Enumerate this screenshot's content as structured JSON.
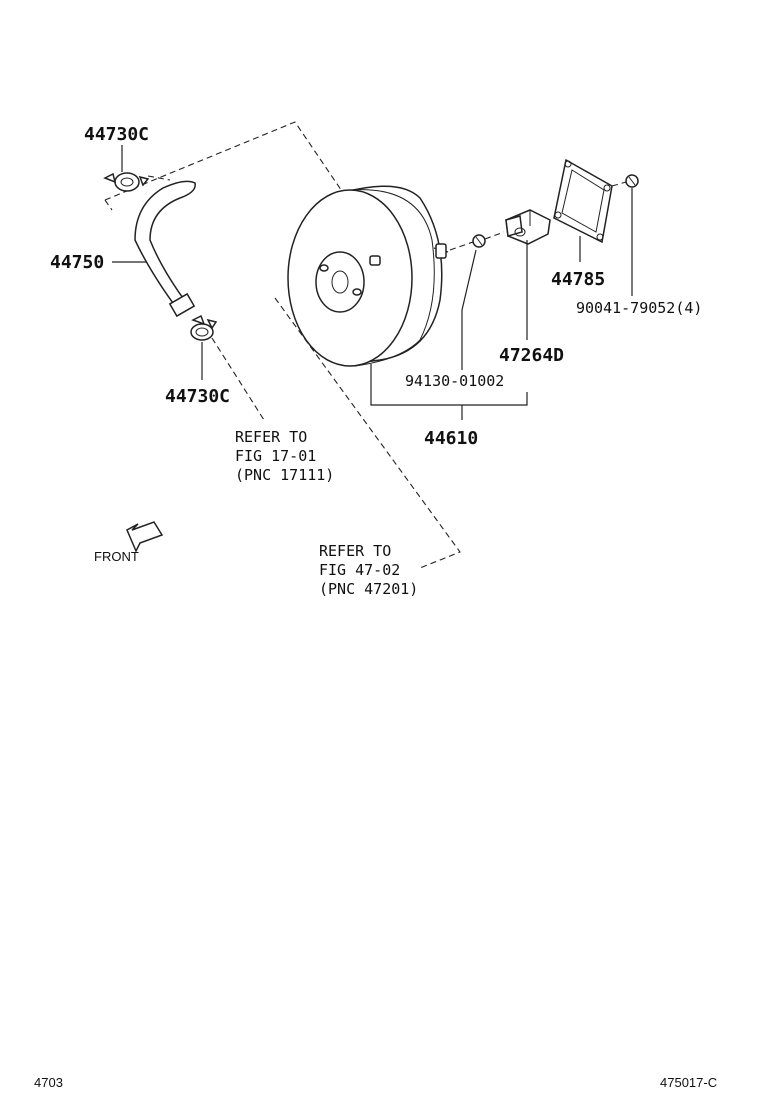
{
  "parts": {
    "clamp_top": "44730C",
    "hose": "44750",
    "clamp_bottom": "44730C",
    "gasket": "44785",
    "bolt": "90041-79052(4)",
    "clevis": "47264D",
    "nut": "94130-01002",
    "booster": "44610"
  },
  "refs": {
    "ref1": {
      "line1": "REFER TO",
      "line2": "FIG 17-01",
      "line3": "(PNC 17111)"
    },
    "ref2": {
      "line1": "REFER TO",
      "line2": "FIG 47-02",
      "line3": "(PNC 47201)"
    }
  },
  "front_label": "FRONT",
  "footer": {
    "left": "4703",
    "right": "475017-C"
  }
}
